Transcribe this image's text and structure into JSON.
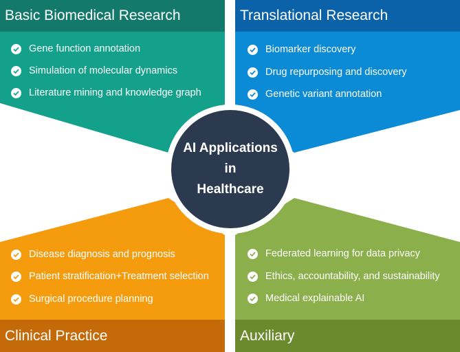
{
  "center": {
    "title": "AI Applications\nin\nHealthcare",
    "color": "#2b3a4f"
  },
  "quadrants": [
    {
      "id": "basic",
      "header": "Basic Biomedical Research",
      "header_color": "#137a6b",
      "body_color": "#13a18c",
      "items": [
        "Gene function annotation",
        "Simulation of molecular dynamics",
        "Literature mining and knowledge graph"
      ]
    },
    {
      "id": "translational",
      "header": "Translational Research",
      "header_color": "#0b62a8",
      "body_color": "#0b8ad6",
      "items": [
        "Biomarker discovery",
        "Drug repurposing and discovery",
        "Genetic variant annotation"
      ]
    },
    {
      "id": "clinical",
      "header": "Clinical Practice",
      "header_color": "#c46a08",
      "body_color": "#f49b0e",
      "items": [
        "Disease diagnosis and prognosis",
        "Patient stratification+Treatment selection",
        "Surgical procedure planning"
      ]
    },
    {
      "id": "auxiliary",
      "header": "Auxiliary",
      "header_color": "#6b8a2e",
      "body_color": "#8bb04b",
      "items": [
        "Federated learning for data privacy",
        "Ethics, accountability, and sustainability",
        "Medical explainable AI"
      ]
    }
  ]
}
